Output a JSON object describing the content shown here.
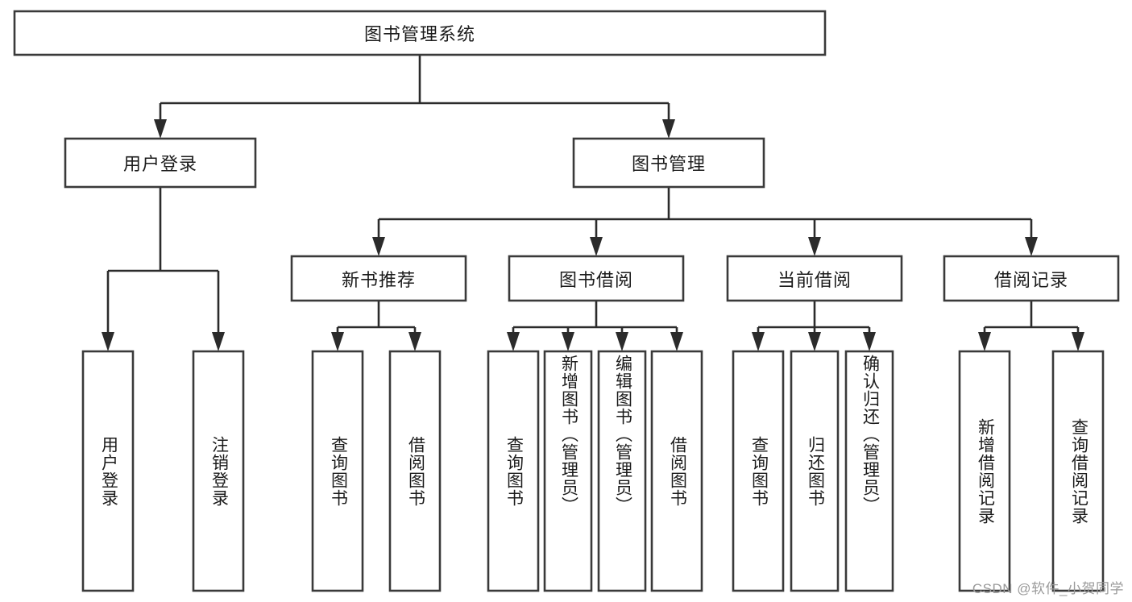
{
  "diagram": {
    "type": "tree-hierarchy",
    "title": "图书管理系统",
    "root": {
      "label": "图书管理系统",
      "level": 0
    },
    "level1": [
      {
        "label": "用户登录"
      },
      {
        "label": "图书管理"
      }
    ],
    "level2": [
      {
        "label": "新书推荐",
        "parent": "图书管理"
      },
      {
        "label": "图书借阅",
        "parent": "图书管理"
      },
      {
        "label": "当前借阅",
        "parent": "图书管理"
      },
      {
        "label": "借阅记录",
        "parent": "图书管理"
      }
    ],
    "leaves": {
      "user_login": [
        {
          "label": "用户登录"
        },
        {
          "label": "注销登录"
        }
      ],
      "new_books": [
        {
          "label": "查询图书"
        },
        {
          "label": "借阅图书"
        }
      ],
      "book_borrow": [
        {
          "label": "查询图书"
        },
        {
          "label": "新增图书（管理员）"
        },
        {
          "label": "编辑图书（管理员）"
        },
        {
          "label": "借阅图书"
        }
      ],
      "current_borrow": [
        {
          "label": "查询图书"
        },
        {
          "label": "归还图书"
        },
        {
          "label": "确认归还（管理员）"
        }
      ],
      "borrow_records": [
        {
          "label": "新增借阅记录"
        },
        {
          "label": "查询借阅记录"
        }
      ]
    }
  },
  "watermark": {
    "text": "CSDN @软件_小贺同学"
  },
  "colors": {
    "box_border": "#3a3a3a",
    "connector": "#2b2b2b",
    "text": "#1b1b1b",
    "background": "#ffffff",
    "watermark": "#9a9a9a"
  }
}
